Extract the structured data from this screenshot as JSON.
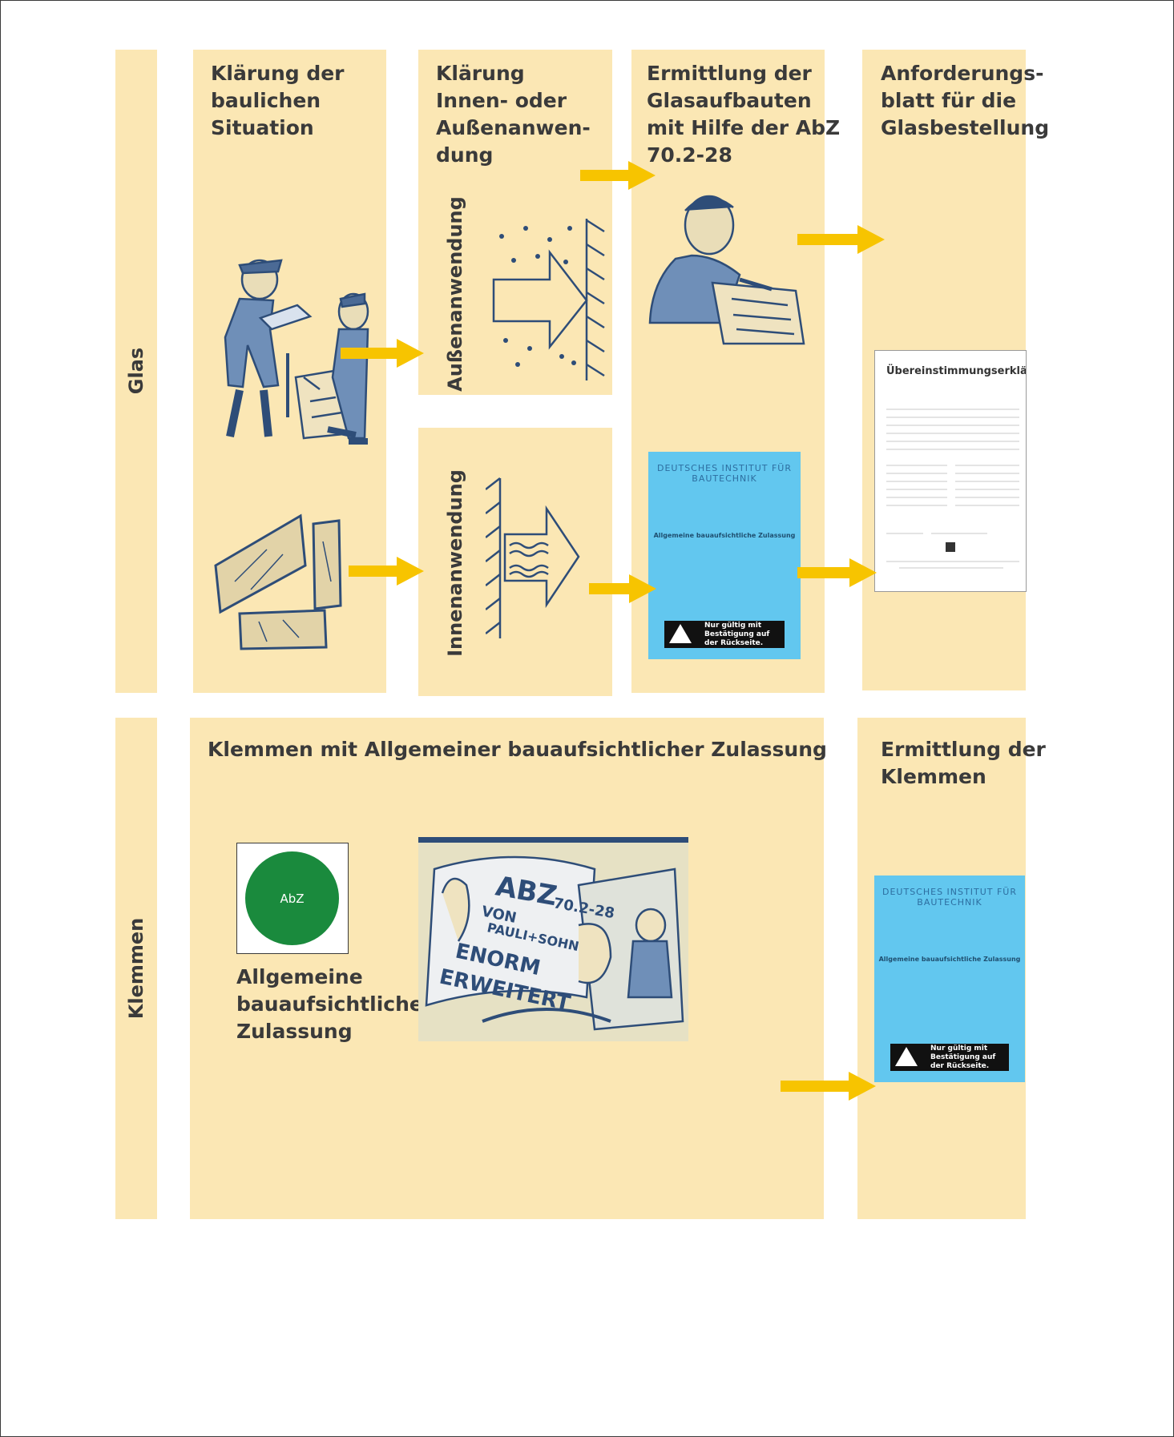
{
  "rows": {
    "glas": {
      "label": "Glas"
    },
    "klemmen": {
      "label": "Klemmen"
    }
  },
  "steps": {
    "situation": {
      "title": "Klärung der\nbaulichen\nSituation"
    },
    "anwendung": {
      "title": "Klärung\nInnen- oder\nAußenanwen-\ndung"
    },
    "glasaufbau": {
      "title": "Ermittlung der\nGlasaufbauten\nmit Hilfe der AbZ\n70.2-28"
    },
    "anforderung": {
      "title": "Anforderungs-\nblatt für die\nGlasbestellung"
    },
    "klemmen_abz": {
      "title": "Klemmen mit Allgemeiner bauaufsichtlicher Zulassung"
    },
    "klemmen_ermittlung": {
      "title": "Ermittlung der\nKlemmen"
    }
  },
  "application": {
    "aussen": "Außenanwendung",
    "innen": "Innenanwendung"
  },
  "certificate": {
    "institute": "DEUTSCHES INSTITUT FÜR BAUTECHNIK",
    "doc_title": "Allgemeine bauaufsichtliche Zulassung",
    "warning": "Nur gültig mit Bestätigung auf\nder Rückseite."
  },
  "declaration": {
    "title": "Übereinstimmungserklärung"
  },
  "abz_badge": {
    "text": "AbZ",
    "color": "#1a8a3d",
    "caption": "Allgemeine\nbauaufsichtliche\nZulassung"
  },
  "cartoon": {
    "headline": "ABZ",
    "number": "70.2-28",
    "line1": "VON",
    "line2": "PAULI+SOHN",
    "line3": "ENORM",
    "line4": "ERWEITERT"
  },
  "colors": {
    "panel": "#fbe7b4",
    "arrow": "#f7c400",
    "certificate": "#62c7ef",
    "text": "#3a3a3a"
  }
}
